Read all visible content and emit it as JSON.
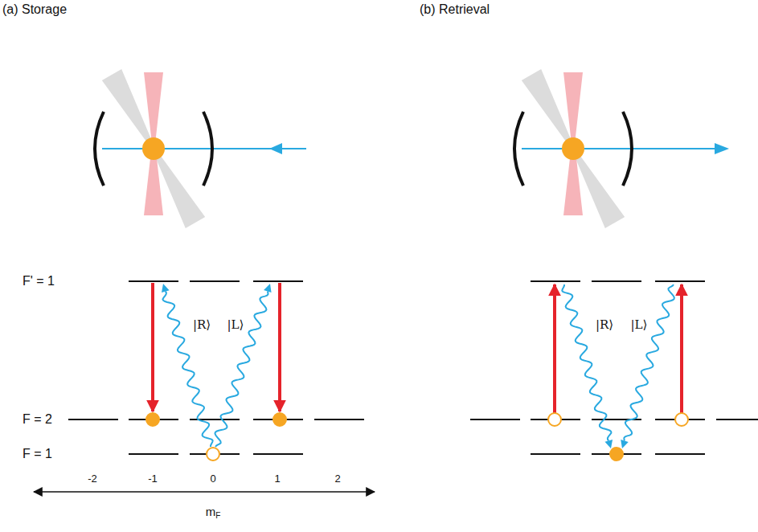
{
  "diagram": {
    "labels": [
      "(a) Storage",
      "(b) Retrieval",
      "F' = 1",
      "F = 2",
      "F = 1",
      "|R⟩",
      "|L⟩",
      "|R⟩",
      "|L⟩",
      "-2",
      "-1",
      "0",
      "1",
      "2",
      "mF"
    ]
  }
}
